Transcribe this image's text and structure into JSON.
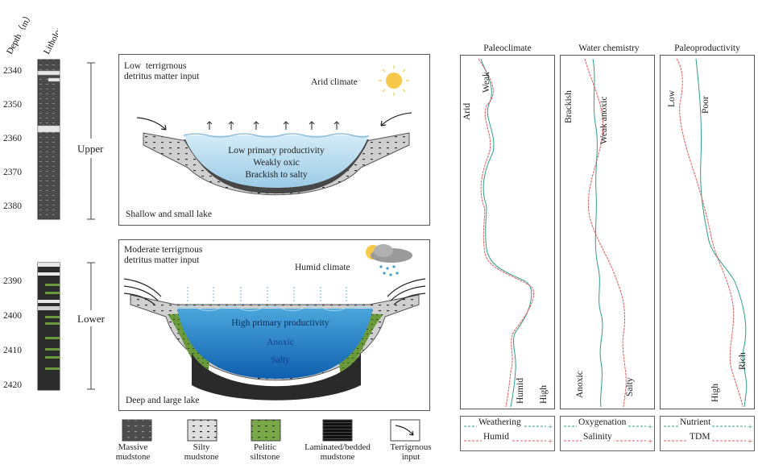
{
  "header": {
    "depth_label": "Depth（m）",
    "lith_label": "Lithologic section"
  },
  "depth_ticks_upper": [
    "2340",
    "2350",
    "2360",
    "2370",
    "2380"
  ],
  "depth_ticks_lower": [
    "2390",
    "2400",
    "2410",
    "2420"
  ],
  "intervals": {
    "upper": "Upper",
    "lower": "Lower"
  },
  "upper_panel": {
    "input": "Low  terrigrnous\ndetritus matter input",
    "climate": "Arid climate",
    "productivity": "Low primary productivity",
    "redox": "Weakly  oxic",
    "salinity": "Brackish to salty",
    "lake": "Shallow and small lake"
  },
  "lower_panel": {
    "input": "Moderate terrigrnous\ndetritus matter input",
    "climate": "Humid climate",
    "productivity": "High  primary productivity",
    "redox": "Anoxic",
    "salinity": "Salty",
    "lake": "Deep and large lake"
  },
  "legend": [
    {
      "label": "Massive\nmudstone"
    },
    {
      "label": "Silty\nmudstone"
    },
    {
      "label": "Pelitic\nsiltstone"
    },
    {
      "label": "Laminated/bedded\nmudstone"
    },
    {
      "label": "Terrigrnous\ninput"
    }
  ],
  "curve_panels": [
    {
      "title": "Paleoclimate",
      "labels": {
        "tl_a": "Arid",
        "tl_b": "Weak",
        "bl_a": "Humid",
        "bl_b": "High"
      },
      "legend": [
        {
          "name": "Weathering",
          "color": "#2e9e8a"
        },
        {
          "name": "Humid",
          "color": "#e05a5a"
        }
      ]
    },
    {
      "title": "Water chemistry",
      "labels": {
        "tl_a": "Brackish",
        "tl_b": "Weak anoxic",
        "bl_a": "Anoxic",
        "bl_b": "Salty"
      },
      "legend": [
        {
          "name": "Oxygenation",
          "color": "#2e9e8a"
        },
        {
          "name": "Salinity",
          "color": "#e05a5a"
        }
      ]
    },
    {
      "title": "Paleoproductivity",
      "labels": {
        "tl_a": "Low",
        "tl_b": "Poor",
        "bl_a": "High",
        "bl_b": "Rich"
      },
      "legend": [
        {
          "name": "Nutrient",
          "color": "#2e9e8a"
        },
        {
          "name": "TDM",
          "color": "#e05a5a"
        }
      ]
    }
  ],
  "colors": {
    "teal": "#2e9e8a",
    "red": "#e05a5a",
    "water_light": "#b9dcef",
    "water_deep": "#1a7fc4",
    "green": "#6a9a3a"
  }
}
